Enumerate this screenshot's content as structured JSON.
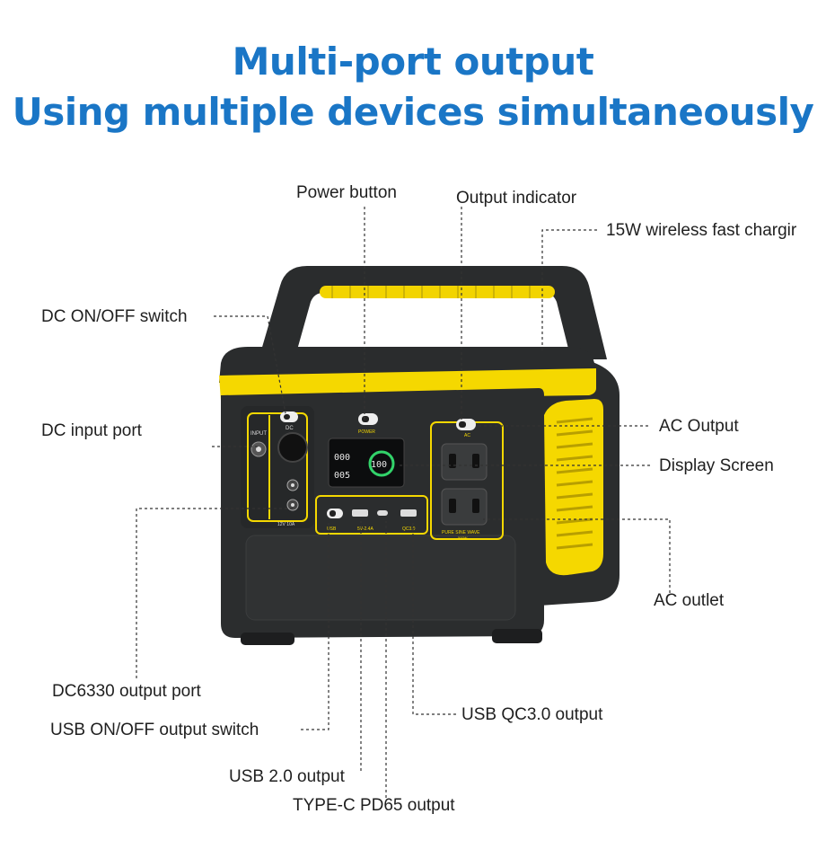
{
  "heading": {
    "line1": "Multi-port output",
    "line2": "Using multiple devices simultaneously"
  },
  "callouts": {
    "power_button": "Power button",
    "output_indicator": "Output indicator",
    "wireless_charging": "15W wireless fast chargir",
    "dc_switch": "DC ON/OFF switch",
    "dc_input": "DC input port",
    "ac_output": "AC Output",
    "display_screen": "Display Screen",
    "ac_outlet": "AC outlet",
    "dc6330": "DC6330 output port",
    "usb_switch": "USB ON/OFF output switch",
    "usb_qc": "USB QC3.0 output",
    "usb2": "USB 2.0 output",
    "typec": "TYPE-C PD65 output"
  },
  "panel_labels": {
    "input": "INPUT",
    "dc": "DC",
    "power": "POWER",
    "ac": "AC",
    "usb": "USB",
    "usb_rating": "5V-2.4A",
    "qc": "QC3.0",
    "pure_sine": "PURE  SINE WAVE",
    "watt": "500W",
    "dc_rating": "12V 10A"
  },
  "colors": {
    "title": "#1a76c6",
    "body": "#2b2d2e",
    "accent": "#f5d800"
  }
}
